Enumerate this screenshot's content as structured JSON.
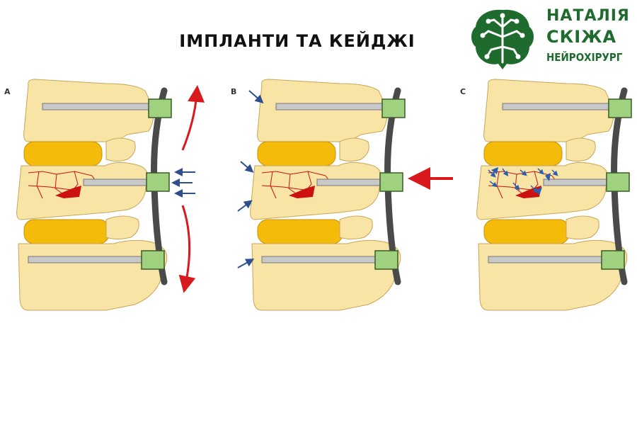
{
  "title": "ІМПЛАНТИ ТА КЕЙДЖІ",
  "logo": {
    "line1": "НАТАЛІЯ",
    "line2": "СКІЖА",
    "line3": "НЕЙРОХІРУРГ",
    "color": "#1f6b2e"
  },
  "panels": [
    {
      "label": "A"
    },
    {
      "label": "B"
    },
    {
      "label": "C"
    }
  ],
  "colors": {
    "bone": "#f8e4a5",
    "disc": "#f4bb0a",
    "fracture": "#cc1111",
    "rod": "#4a4a4a",
    "screw": "#c8c8c8",
    "clamp": "#9fd17f",
    "arrow_red": "#d8191d",
    "arrow_blue": "#2e4f8c",
    "cement": "#2a5fb0"
  }
}
